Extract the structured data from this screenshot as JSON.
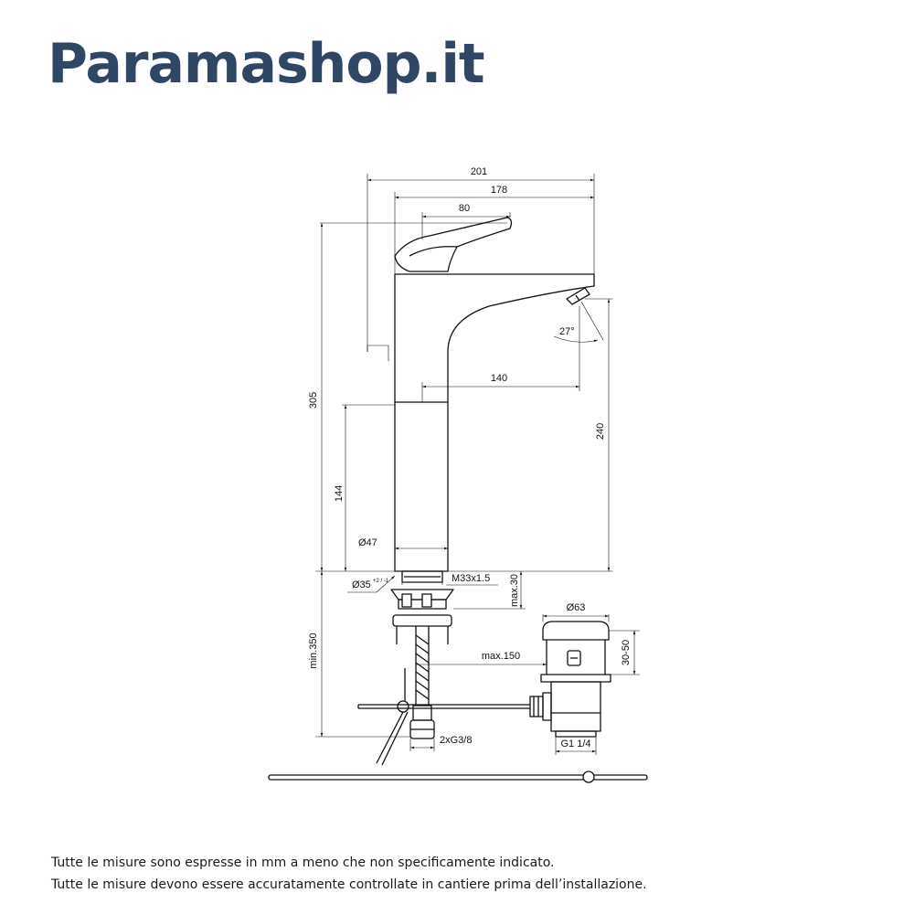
{
  "brand": {
    "name": "Paramashop.it",
    "color": "#2f4664"
  },
  "drawing": {
    "dimensions": {
      "total_length": "201",
      "spout_length": "178",
      "handle_length": "80",
      "total_height": "305",
      "spout_angle": "27°",
      "spout_reach": "140",
      "spout_height": "240",
      "body_height": "144",
      "body_diameter": "Ø47",
      "hole_diameter": "Ø35",
      "hole_tolerance": "+2 / -1",
      "thread": "M33x1.5",
      "max_deck_thickness": "max.30",
      "drain_diameter": "Ø63",
      "drain_range": "30-50",
      "hose_length": "max.150",
      "min_height": "min.350",
      "connections": "2xG3/8",
      "drain_thread": "G1 1/4"
    }
  },
  "notes": [
    "Tutte le misure sono espresse in mm a meno che non specificamente indicato.",
    "Tutte le misure devono essere accuratamente controllate in cantiere prima dell’installazione."
  ]
}
